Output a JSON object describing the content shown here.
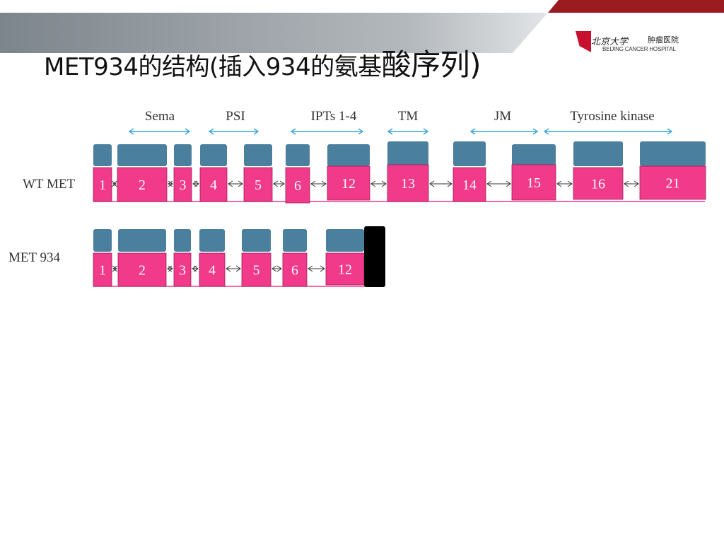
{
  "slide": {
    "title_main": "MET934的结构(插入934的氨基",
    "title_big": "酸序列)"
  },
  "logo": {
    "signature": "北京大学",
    "name_cn": "肿瘤医院",
    "name_en": "BEIJING CANCER HOSPITAL"
  },
  "colors": {
    "banner_gray": "#8a9197",
    "banner_red": "#9b1b21",
    "cap_blue": "#4a7f9e",
    "exon_pink": "#f23a8a",
    "arrow_cyan": "#3aa6d8"
  },
  "domains": [
    {
      "label": "Sema"
    },
    {
      "label": "PSI"
    },
    {
      "label": "IPTs 1-4"
    },
    {
      "label": "TM"
    },
    {
      "label": "JM"
    },
    {
      "label": "Tyrosine kinase"
    }
  ],
  "rows": [
    {
      "label": "WT MET",
      "exons": [
        "1",
        "2",
        "3",
        "4",
        "5",
        "6",
        "12",
        "13",
        "14",
        "15",
        "16",
        "21"
      ]
    },
    {
      "label": "MET 934",
      "exons": [
        "1",
        "2",
        "3",
        "4",
        "5",
        "6",
        "12"
      ]
    }
  ]
}
